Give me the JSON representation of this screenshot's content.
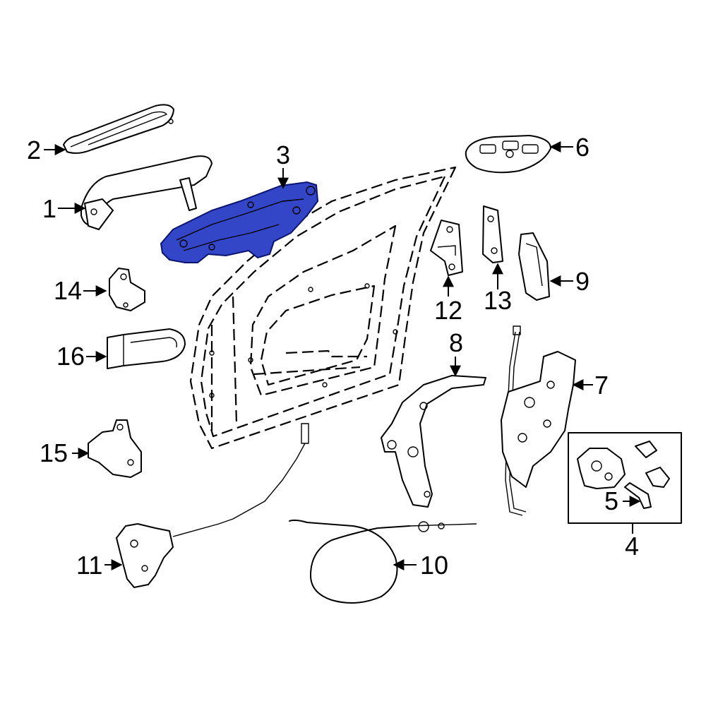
{
  "colors": {
    "highlight_fill": "#3346c8",
    "highlight_stroke": "#0b1570",
    "line": "#000000",
    "background": "#ffffff"
  },
  "callouts": {
    "c1": "1",
    "c2": "2",
    "c3": "3",
    "c4": "4",
    "c5": "5",
    "c6": "6",
    "c7": "7",
    "c8": "8",
    "c9": "9",
    "c10": "10",
    "c11": "11",
    "c12": "12",
    "c13": "13",
    "c14": "14",
    "c15": "15",
    "c16": "16"
  }
}
